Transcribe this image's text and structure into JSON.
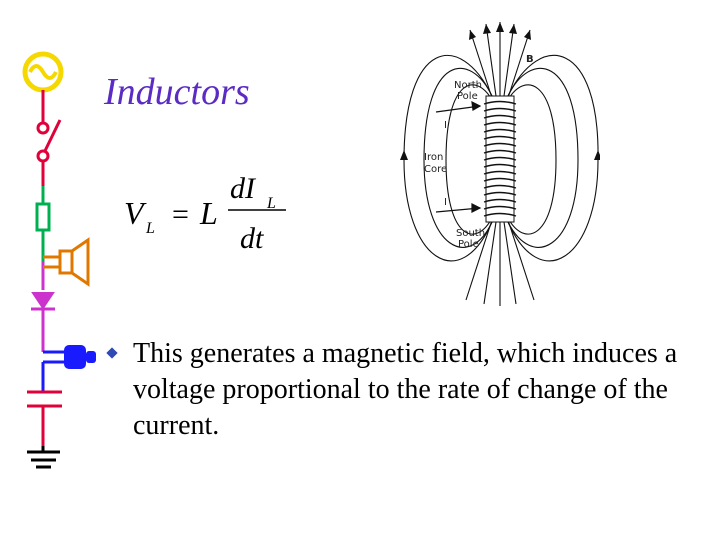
{
  "slide": {
    "title": "Inductors",
    "equation": {
      "lhs": "V",
      "lhs_subscript": "L",
      "equals": "=",
      "coefficient": "L",
      "numerator": "dI",
      "numerator_subscript": "L",
      "denominator": "dt"
    },
    "bullet": "This generates a magnetic field, which induces a voltage proportional to the rate of change of the current."
  },
  "figure": {
    "label_b": "B",
    "label_north": "North",
    "label_north_2": "Pole",
    "label_current_top": "I",
    "label_iron": "Iron",
    "label_core": "Core",
    "label_current_bottom": "I",
    "label_south": "South",
    "label_south_2": "Pole"
  },
  "colors": {
    "title": "#5b2bc4",
    "bullet_marker": "#2f49b5",
    "source_ring": "#f5d800",
    "switch": "#e0003a",
    "wire_green": "#00b050",
    "speaker": "#e07800",
    "diode": "#cc33cc",
    "battery": "#1a1aff",
    "capacitor": "#e0003a",
    "ground": "#000000"
  },
  "icons": {
    "source": "ac-source-icon",
    "switch": "switch-icon",
    "resistor": "resistor-icon",
    "speaker": "speaker-icon",
    "diode": "diode-icon",
    "battery": "battery-icon",
    "capacitor": "capacitor-icon",
    "ground": "ground-icon"
  }
}
